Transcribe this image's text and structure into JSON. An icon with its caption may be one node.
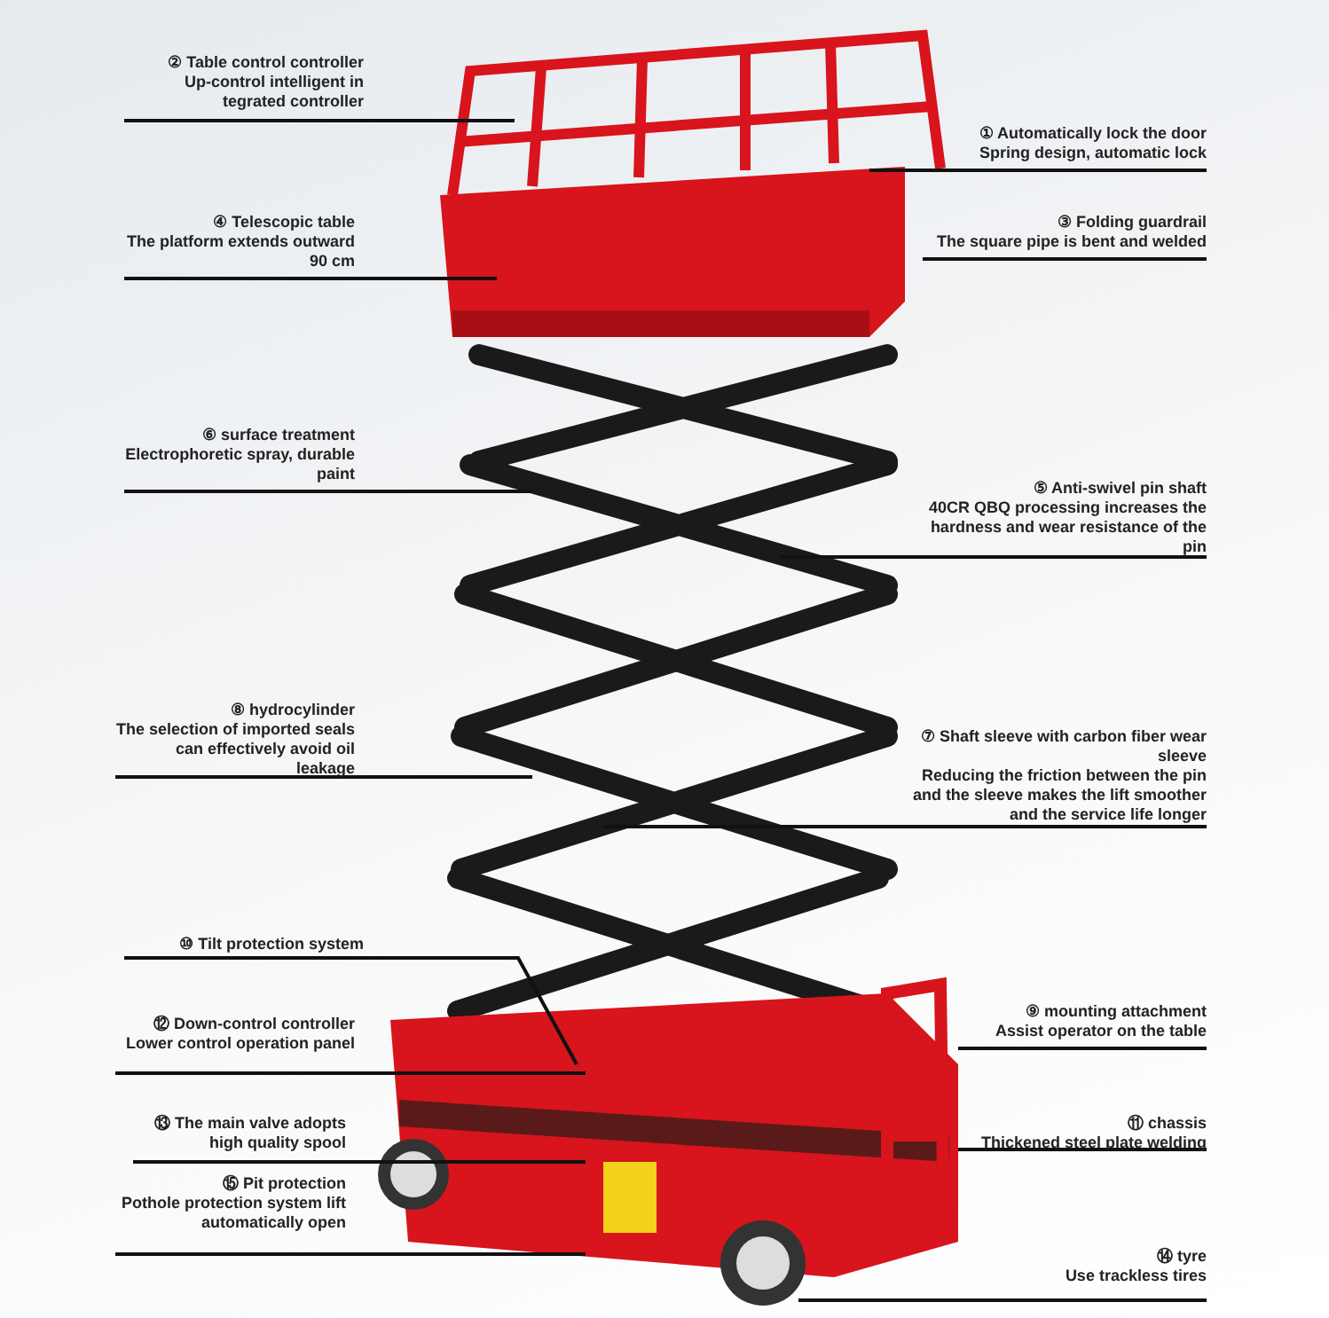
{
  "diagram": {
    "nodes": [
      {
        "text": [
          "② Table control controller",
          "Up-control intelligent in tegrated controller"
        ]
      },
      {
        "text": [
          "① Automatically lock the door",
          "Spring design, automatic lock"
        ]
      },
      {
        "text": [
          "③ Folding guardrail",
          "The square pipe is bent and welded"
        ]
      },
      {
        "text": [
          "④ Telescopic table",
          "The platform extends outward 90 cm"
        ]
      },
      {
        "text": [
          "⑥ surface treatment",
          "Electrophoretic spray, durable paint"
        ]
      },
      {
        "text": [
          "⑤ Anti-swivel pin shaft",
          "40CR QBQ processing increases the hardness and wear resistance of the pin"
        ]
      },
      {
        "text": [
          "⑧ hydrocylinder",
          "The selection of imported seals can effectively avoid oil leakage"
        ]
      },
      {
        "text": [
          "⑦ Shaft sleeve with carbon fiber wear sleeve",
          "Reducing the friction between the pin and the sleeve makes the lift smoother and the service life longer"
        ]
      },
      {
        "text": [
          "⑩ Tilt protection system"
        ]
      },
      {
        "text": [
          "⑨ mounting attachment",
          "Assist operator on the table"
        ]
      },
      {
        "text": [
          "⑫ Down-control controller",
          "Lower control operation panel"
        ]
      },
      {
        "text": [
          "⑪ chassis",
          "Thickened steel plate welding"
        ]
      },
      {
        "text": [
          "⑬ The main valve adopts high quality spool"
        ]
      },
      {
        "text": [
          "⑮ Pit protection",
          "Pothole protection system lift automatically open"
        ]
      },
      {
        "text": [
          "⑭ tyre",
          "Use trackless tires"
        ]
      }
    ],
    "edges": [
      {
        "from": 0,
        "to": null,
        "arrow": "none"
      },
      {
        "from": 1,
        "to": null,
        "arrow": "none"
      },
      {
        "from": 2,
        "to": null,
        "arrow": "none"
      },
      {
        "from": 3,
        "to": null,
        "arrow": "none"
      },
      {
        "from": 4,
        "to": null,
        "arrow": "none"
      },
      {
        "from": 5,
        "to": null,
        "arrow": "none"
      },
      {
        "from": 6,
        "to": null,
        "arrow": "none"
      },
      {
        "from": 7,
        "to": null,
        "arrow": "none"
      },
      {
        "from": 8,
        "to": null,
        "arrow": "none"
      },
      {
        "from": 9,
        "to": null,
        "arrow": "none"
      },
      {
        "from": 10,
        "to": null,
        "arrow": "none"
      },
      {
        "from": 11,
        "to": null,
        "arrow": "none"
      },
      {
        "from": 12,
        "to": null,
        "arrow": "none"
      },
      {
        "from": 13,
        "to": null,
        "arrow": "none"
      },
      {
        "from": 14,
        "to": null,
        "arrow": "none"
      }
    ]
  }
}
